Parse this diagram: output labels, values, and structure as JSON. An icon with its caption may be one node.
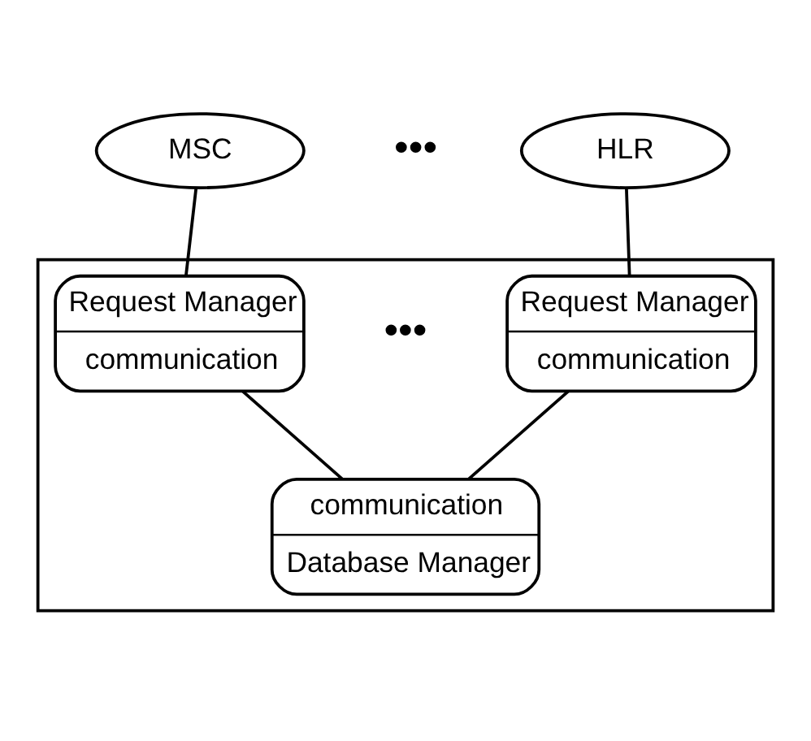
{
  "diagram": {
    "nodes": [
      {
        "text": [
          "MSC"
        ]
      },
      {
        "text": [
          "HLR"
        ]
      },
      {
        "text": [],
        "shape": "box"
      },
      {
        "text": [
          "Request Manager",
          "communication"
        ],
        "in": 2
      },
      {
        "text": [
          "Request Manager",
          "communication"
        ],
        "in": 2
      },
      {
        "text": [
          "communication",
          "Database Manager"
        ],
        "in": 2
      }
    ],
    "edges": [
      {
        "from": 0,
        "to": 3,
        "arrow": "none"
      },
      {
        "from": 1,
        "to": 4,
        "arrow": "none"
      },
      {
        "from": 3,
        "to": 5,
        "arrow": "none"
      },
      {
        "from": 4,
        "to": 5,
        "arrow": "none"
      }
    ],
    "labels": [
      "•••",
      "•••"
    ]
  }
}
